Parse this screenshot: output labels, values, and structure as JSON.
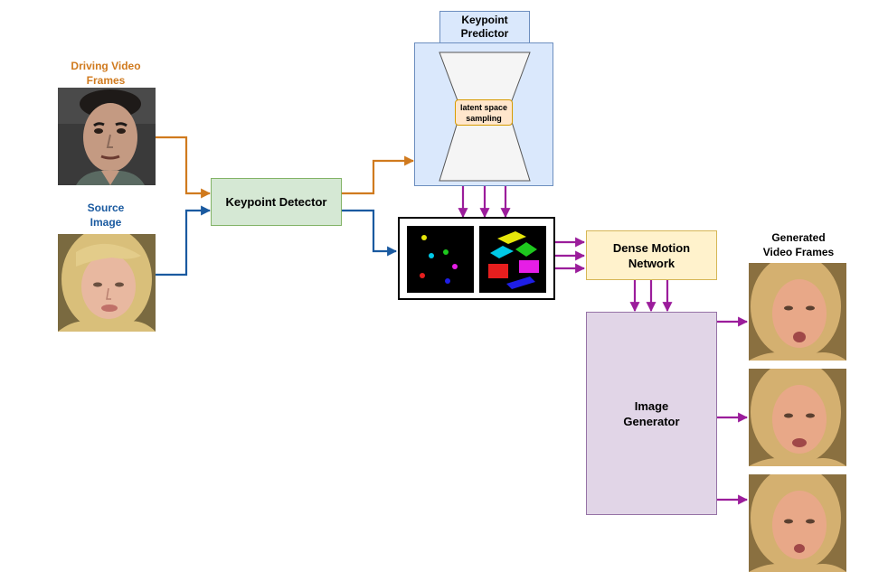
{
  "labels": {
    "driving_video_frames": "Driving Video\nFrames",
    "source_image": "Source\nImage",
    "keypoint_predictor": "Keypoint\nPredictor",
    "latent_space_sampling": "latent space\nsampling",
    "keypoint_detector": "Keypoint Detector",
    "dense_motion_network": "Dense Motion\nNetwork",
    "image_generator": "Image\nGenerator",
    "generated_video_frames": "Generated\nVideo Frames"
  },
  "colors": {
    "driving_path": "#d07a1e",
    "source_path": "#1a5aa0",
    "motion_path": "#9b1d9b",
    "keypoint_detector_fill": "#d5e8d4",
    "keypoint_detector_stroke": "#82b366",
    "predictor_fill": "#dae8fc",
    "predictor_stroke": "#6c8ebf",
    "dense_motion_fill": "#fff2cc",
    "dense_motion_stroke": "#d6b656",
    "image_generator_fill": "#e1d5e7",
    "image_generator_stroke": "#9673a6",
    "latent_fill": "#ffe6cc",
    "latent_stroke": "#d79b00"
  },
  "images": {
    "driving_face": "male-face-photo",
    "source_face": "female-blonde-face-photo",
    "generated_faces": [
      "generated-face-photo-1",
      "generated-face-photo-2",
      "generated-face-photo-3"
    ],
    "keypoints_panel": "keypoint-dots-visualization",
    "heatmap_panel": "local-affine-patches-visualization"
  }
}
